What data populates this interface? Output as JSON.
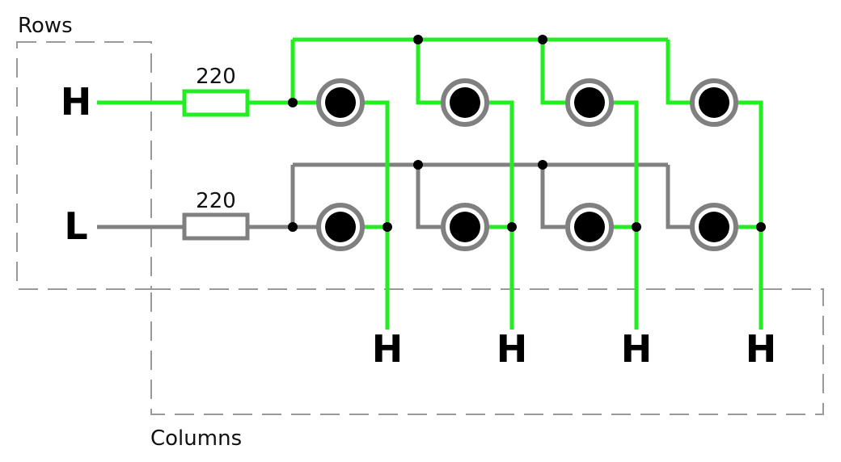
{
  "labels": {
    "rows": "Rows",
    "columns": "Columns",
    "row_top_level": "H",
    "row_bottom_level": "L",
    "resistor_top_value": "220",
    "resistor_bottom_value": "220",
    "column_levels": [
      "H",
      "H",
      "H",
      "H"
    ]
  },
  "colors": {
    "high": "#22ee22",
    "low": "#808080",
    "dashed_box": "#999999",
    "led_ring": "#808080",
    "led_core": "#000000",
    "junction": "#000000"
  }
}
